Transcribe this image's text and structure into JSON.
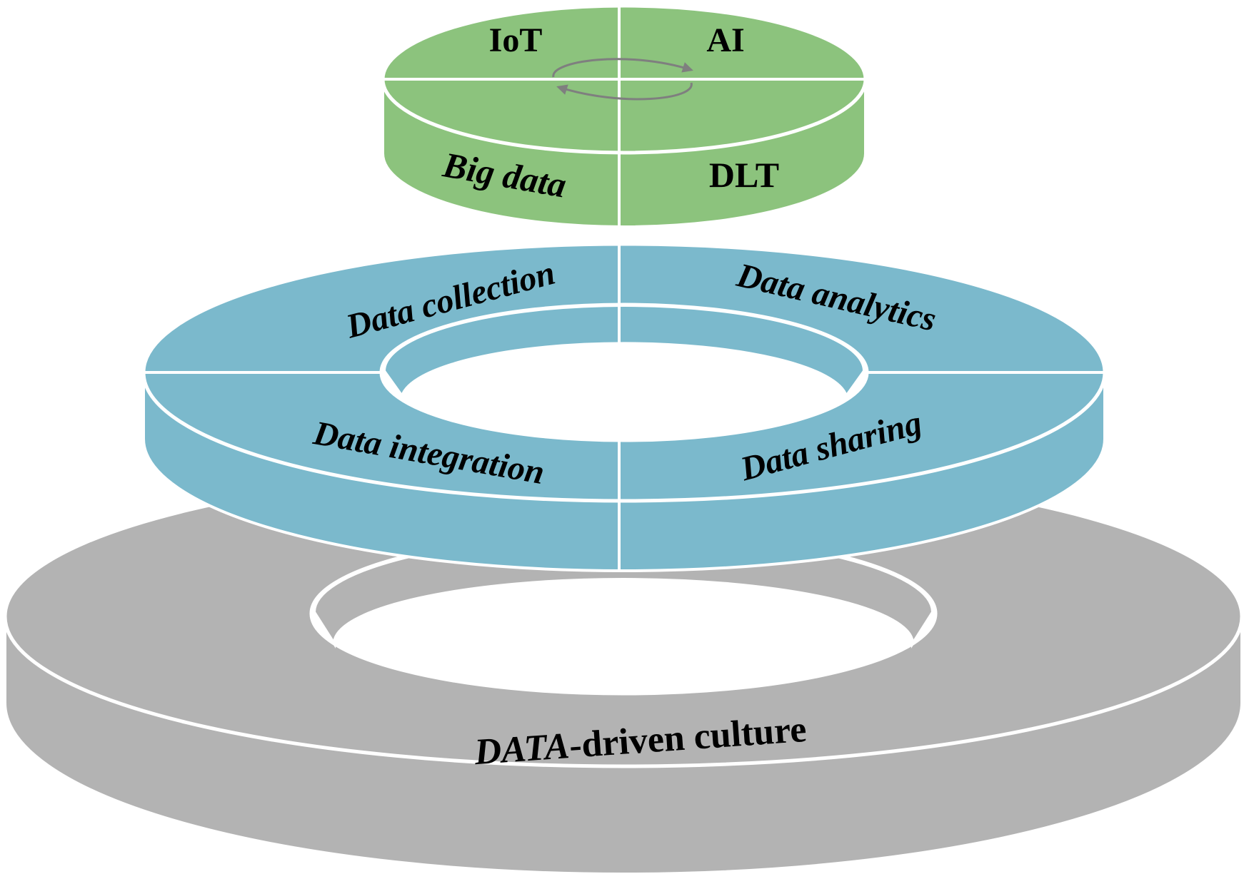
{
  "tiers": {
    "top": {
      "color": "#8cc37d",
      "labels": {
        "iot": "IoT",
        "ai": "AI",
        "bigdata": "Big data",
        "dlt": "DLT"
      }
    },
    "middle": {
      "color": "#7bb9cc",
      "labels": {
        "collection": "Data collection",
        "analytics": "Data analytics",
        "integration": "Data integration",
        "sharing": "Data sharing"
      }
    },
    "bottom": {
      "color": "#b3b3b3",
      "label_italic": "DATA",
      "label_rest": "-driven culture"
    }
  },
  "arrow_color": "#7f7f7f"
}
